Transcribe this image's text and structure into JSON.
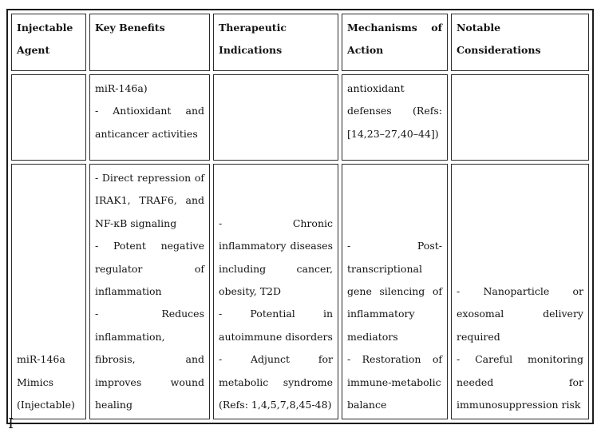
{
  "page": {
    "background": "#ffffff",
    "text_color": "#121212",
    "border_color": "#2c2c2c",
    "fragment_below_table": "I"
  },
  "table": {
    "columns": [
      {
        "label": "Injectable Agent"
      },
      {
        "label": "Key Benefits"
      },
      {
        "label": "Therapeutic Indications"
      },
      {
        "label": "Mechanisms of Action"
      },
      {
        "label": "Notable Considerations"
      }
    ],
    "rows": [
      {
        "name": "continuation-row",
        "cells": [
          {
            "column": "Injectable Agent",
            "paragraphs": []
          },
          {
            "column": "Key Benefits",
            "paragraphs": [
              "miR-146a)",
              "- Antioxidant and anticancer activities"
            ]
          },
          {
            "column": "Therapeutic Indications",
            "paragraphs": []
          },
          {
            "column": "Mechanisms of Action",
            "paragraphs": [
              "antioxidant defenses (Refs: [14,23–27,40–44])"
            ]
          },
          {
            "column": "Notable Considerations",
            "paragraphs": []
          }
        ]
      },
      {
        "name": "mir-146a-mimics-row",
        "cells": [
          {
            "column": "Injectable Agent",
            "paragraphs": [
              "miR-146a Mimics (Injectable)"
            ]
          },
          {
            "column": "Key Benefits",
            "paragraphs": [
              "- Direct repression of IRAK1, TRAF6, and NF-κB signaling",
              "- Potent negative regulator of inflammation",
              "- Reduces inflammation, fibrosis, and improves wound healing"
            ]
          },
          {
            "column": "Therapeutic Indications",
            "paragraphs": [
              "- Chronic inflammatory diseases including cancer, obesity, T2D",
              "- Potential in autoimmune disorders",
              "- Adjunct for metabolic syndrome (Refs: 1,4,5,7,8,45-48)"
            ]
          },
          {
            "column": "Mechanisms of Action",
            "paragraphs": [
              "- Post-transcriptional gene silencing of inflammatory mediators",
              "- Restoration of immune-metabolic balance"
            ]
          },
          {
            "column": "Notable Considerations",
            "paragraphs": [
              "- Nanoparticle or exosomal delivery required",
              "- Careful monitoring needed for immunosuppression risk"
            ]
          }
        ]
      }
    ]
  }
}
